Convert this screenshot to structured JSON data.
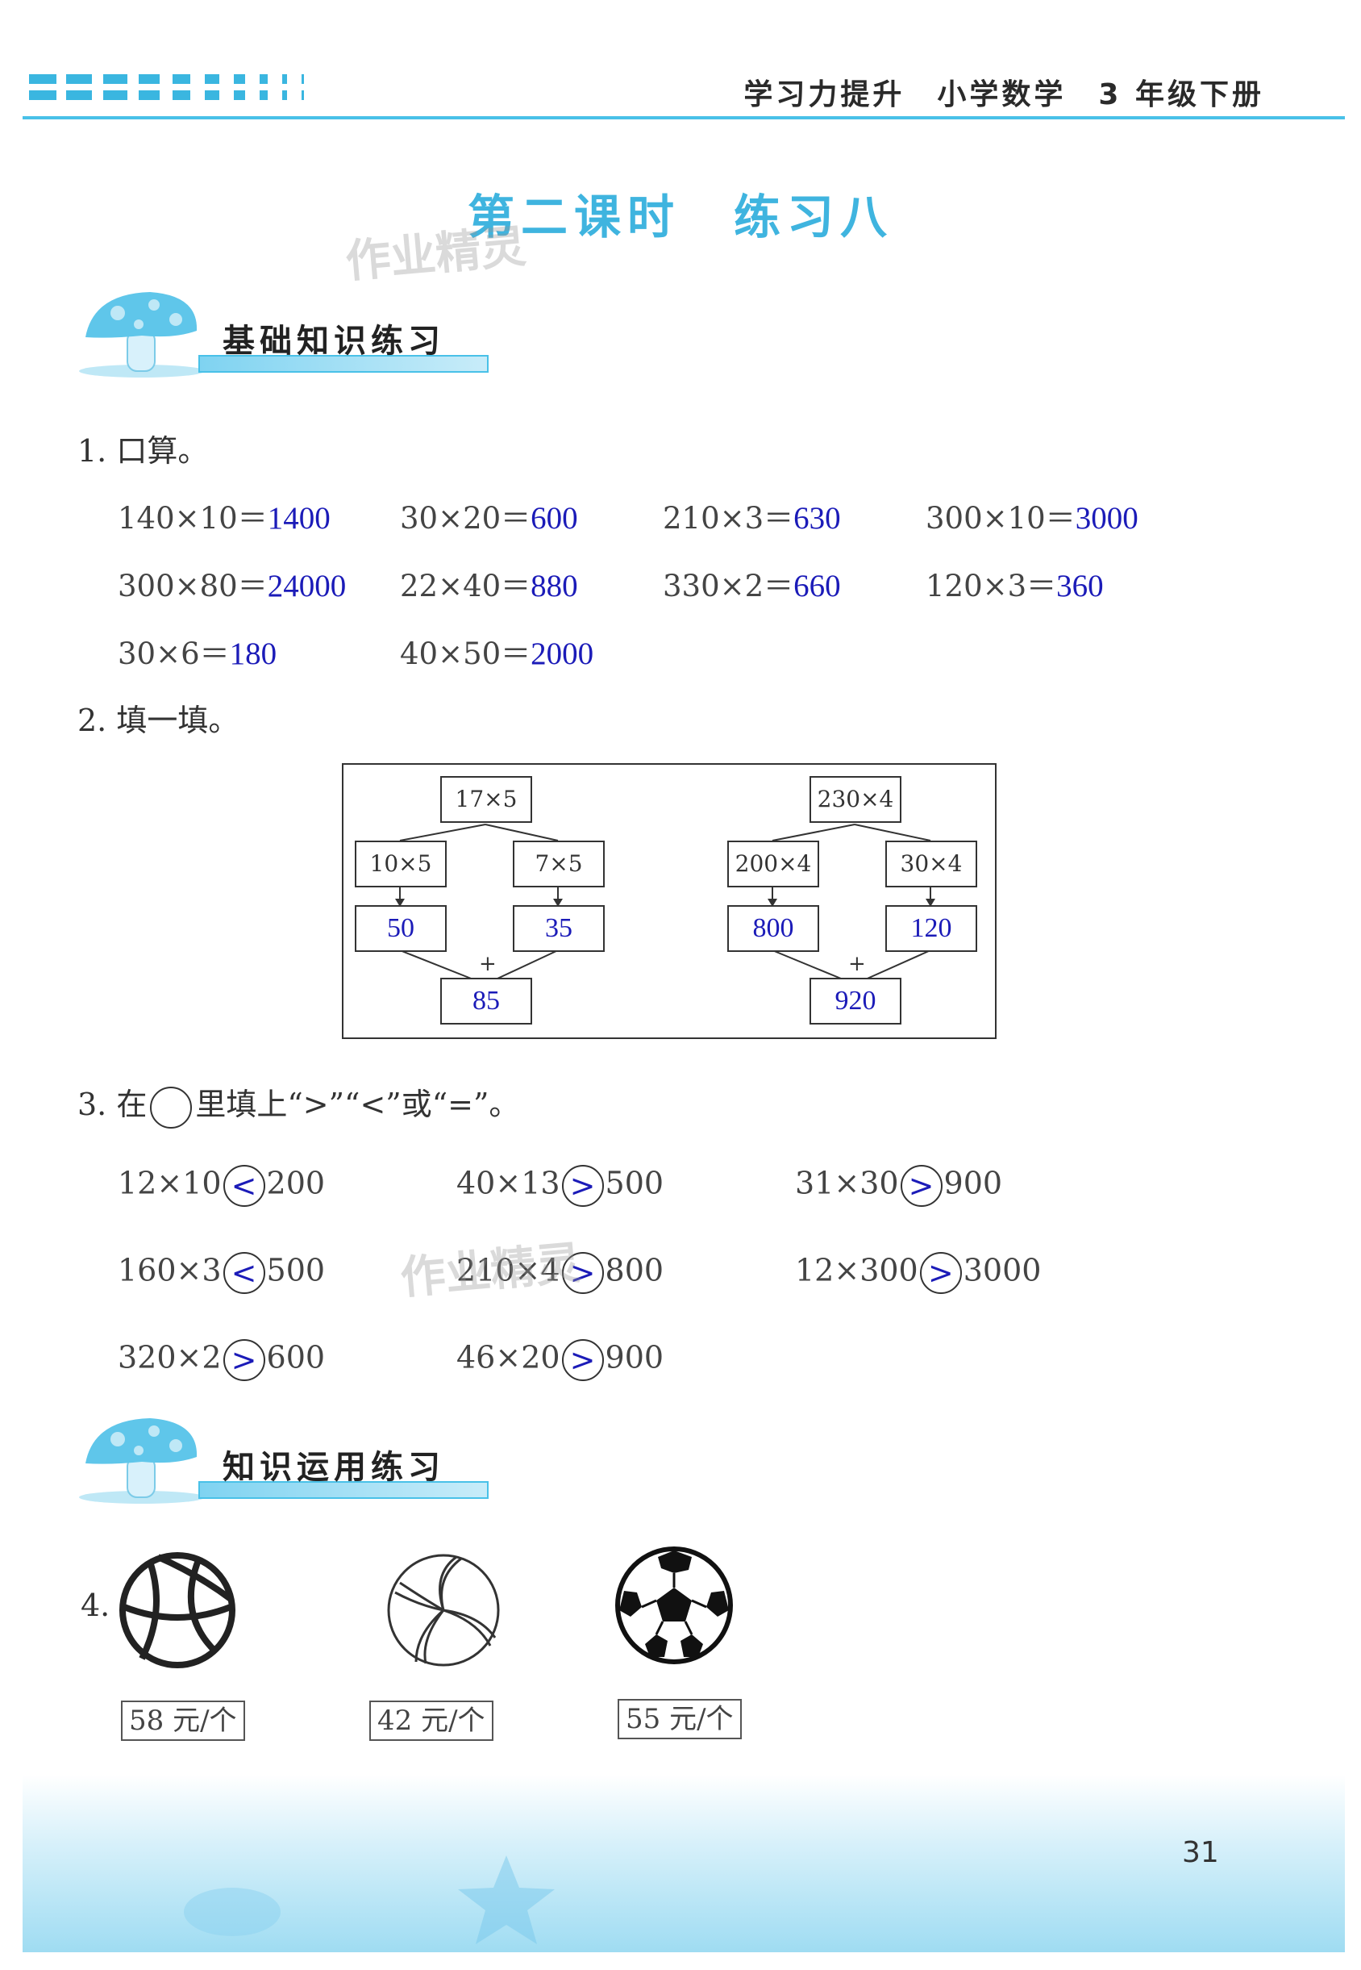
{
  "header": {
    "text": "学习力提升　小学数学　3 年级下册"
  },
  "title": "第二课时　练习八",
  "watermark": "作业精灵",
  "sections": {
    "basic": "基础知识练习",
    "apply": "知识运用练习"
  },
  "q1": {
    "label": "1. 口算。",
    "items": [
      {
        "expr": "140×10＝",
        "ans": "1400"
      },
      {
        "expr": "30×20＝",
        "ans": "600"
      },
      {
        "expr": "210×3＝",
        "ans": "630"
      },
      {
        "expr": "300×10＝",
        "ans": "3000"
      },
      {
        "expr": "300×80＝",
        "ans": "24000"
      },
      {
        "expr": "22×40＝",
        "ans": "880"
      },
      {
        "expr": "330×2＝",
        "ans": "660"
      },
      {
        "expr": "120×3＝",
        "ans": "360"
      },
      {
        "expr": "30×6＝",
        "ans": "180"
      },
      {
        "expr": "40×50＝",
        "ans": "2000"
      }
    ]
  },
  "q2": {
    "label": "2. 填一填。",
    "left": {
      "top": "17×5",
      "a": "10×5",
      "b": "7×5",
      "ra": "50",
      "rb": "35",
      "sum": "85",
      "plus": "+"
    },
    "right": {
      "top": "230×4",
      "a": "200×4",
      "b": "30×4",
      "ra": "800",
      "rb": "120",
      "sum": "920",
      "plus": "+"
    }
  },
  "q3": {
    "label_pre": "3. 在",
    "label_post": "里填上“>”“<”或“=”。",
    "items": [
      {
        "left": "12×10",
        "sym": "<",
        "right": "200"
      },
      {
        "left": "40×13",
        "sym": ">",
        "right": "500"
      },
      {
        "left": "31×30",
        "sym": ">",
        "right": "900"
      },
      {
        "left": "160×3",
        "sym": "<",
        "right": "500"
      },
      {
        "left": "210×4",
        "sym": ">",
        "right": "800"
      },
      {
        "left": "12×300",
        "sym": ">",
        "right": "3000"
      },
      {
        "left": "320×2",
        "sym": ">",
        "right": "600"
      },
      {
        "left": "46×20",
        "sym": ">",
        "right": "900"
      }
    ]
  },
  "q4": {
    "label": "4.",
    "prices": [
      "58 元/个",
      "42 元/个",
      "55 元/个"
    ],
    "balls": [
      "basketball-icon",
      "volleyball-icon",
      "soccer-ball-icon"
    ]
  },
  "page_number": "31",
  "colors": {
    "accent": "#3fb4df",
    "answer": "#1b1bb8"
  }
}
